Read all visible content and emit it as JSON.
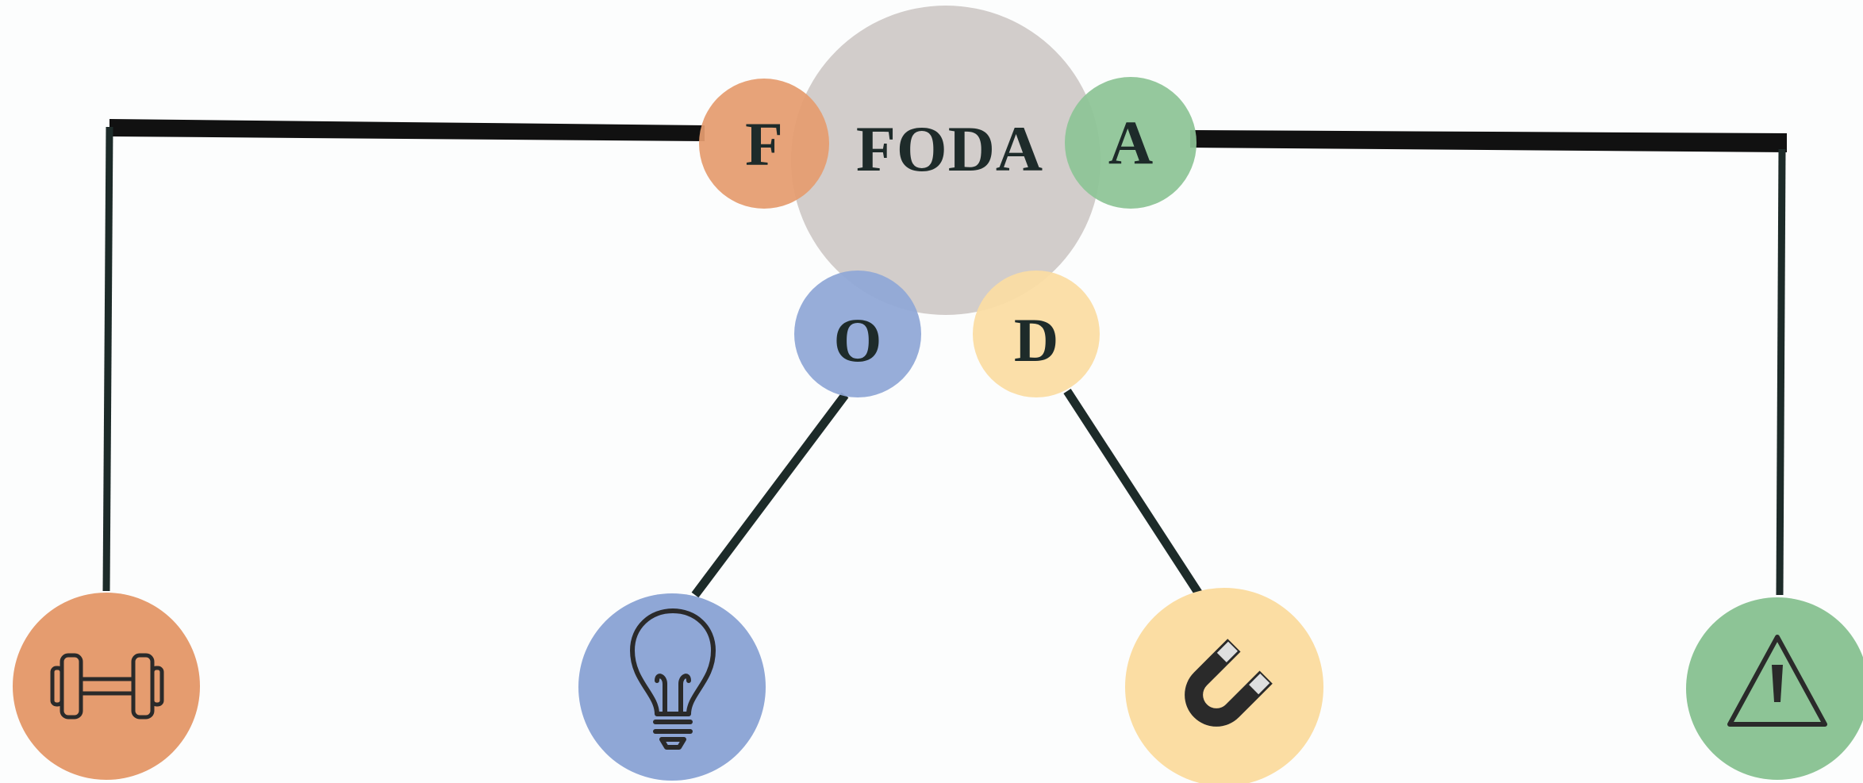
{
  "diagram": {
    "center": {
      "label": "FODA",
      "color": "#d2cdcb"
    },
    "nodes": {
      "f": {
        "letter": "F",
        "color": "#e59c6f",
        "icon": "dumbbell-icon"
      },
      "a": {
        "letter": "A",
        "color": "#8dc496",
        "icon": "warning-triangle-icon"
      },
      "o": {
        "letter": "O",
        "color": "#8fa7d6",
        "icon": "lightbulb-icon"
      },
      "d": {
        "letter": "D",
        "color": "#fbdda3",
        "icon": "magnet-icon"
      }
    },
    "line_color": "#1d2b29",
    "ink_color": "#1e2b2a",
    "background": "#fcfdfd"
  }
}
